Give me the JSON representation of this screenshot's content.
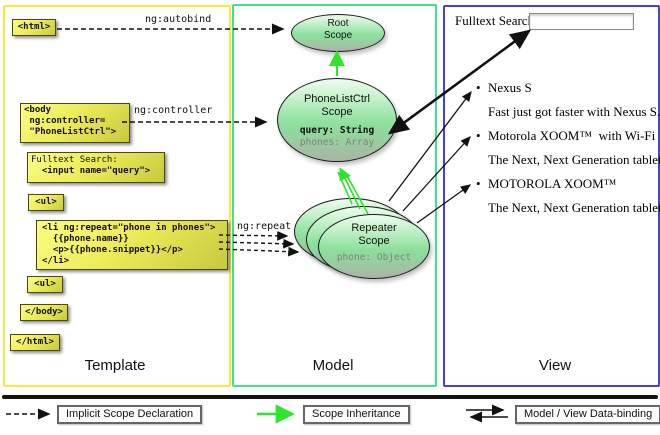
{
  "template_panel": {
    "title": "Template",
    "tags": {
      "html_open": "<html>",
      "body_open_l1": "<body",
      "body_open_l2": " ng:controller=",
      "body_open_l3": " \"PhoneListCtrl\">",
      "fulltext_l1": "Fulltext Search:",
      "fulltext_l2": "  <input name=\"query\">",
      "ul_open": "<ul>",
      "li_l1": "<li ng:repeat=\"phone in phones\">",
      "li_l2": "  {{phone.name}}",
      "li_l3": "  <p>{{phone.snippet}}</p>",
      "li_l4": "</li>",
      "ul_close": "<ul>",
      "body_close": "</body>",
      "html_close": "</html>"
    },
    "arrow_labels": {
      "autobind": "ng:autobind",
      "controller": "ng:controller",
      "repeat": "ng:repeat"
    }
  },
  "model_panel": {
    "title": "Model",
    "root_scope": {
      "line1": "Root",
      "line2": "Scope"
    },
    "phonelist_scope": {
      "line1": "PhoneListCtrl",
      "line2": "Scope",
      "prop1": "query: String",
      "prop2": "phones: Array"
    },
    "repeater_scope": {
      "line1": "Repeater",
      "line2": "Scope",
      "prop1": "phone: Object"
    }
  },
  "view_panel": {
    "title": "View",
    "search_label": "Fulltext Search:",
    "search_value": "",
    "bullet": "•",
    "items": [
      {
        "name": "Nexus S",
        "snippet": "Fast just got faster with Nexus S."
      },
      {
        "name": "Motorola XOOM™  with Wi-Fi",
        "snippet": "The Next, Next Generation tablet."
      },
      {
        "name": "MOTOROLA XOOM™",
        "snippet": "The Next, Next Generation tablet."
      }
    ]
  },
  "legend": {
    "implicit": "Implicit Scope Declaration",
    "inheritance": "Scope Inheritance",
    "databinding": "Model / View Data-binding"
  },
  "colors": {
    "template_border": "#f2ec3a",
    "model_border": "#3fe487",
    "view_border": "#4b3fd0",
    "inheritance_green": "#2ce52c",
    "arrow_black": "#111111"
  }
}
